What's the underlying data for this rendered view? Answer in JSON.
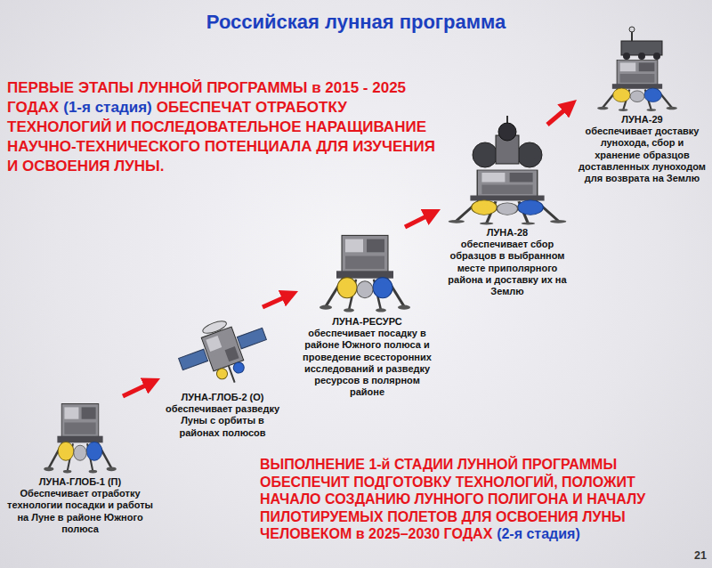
{
  "diagram": {
    "title": "Российская лунная программа",
    "nodes": [
      {
        "text": [
          "ЛУНА-ГЛОБ-1 (П)",
          "Обеспечивает отработку технологии посадки и работы на Луне в районе Южного полюса"
        ]
      },
      {
        "text": [
          "ЛУНА-ГЛОБ-2 (О)",
          "обеспечивает разведку Луны с орбиты в районах полюсов"
        ]
      },
      {
        "text": [
          "ЛУНА-РЕСУРС",
          "обеспечивает посадку в районе Южного полюса и проведение всесторонних исследований и разведку ресурсов в полярном районе"
        ]
      },
      {
        "text": [
          "ЛУНА-28",
          "обеспечивает сбор образцов в выбранном месте приполярного района и доставку их на Землю"
        ]
      },
      {
        "text": [
          "ЛУНА-29",
          "обеспечивает доставку лунохода, сбор и хранение образцов доставленных луноходом для возврата на Землю"
        ]
      }
    ],
    "edges": [
      {
        "from": 0,
        "to": 1,
        "arrow": "to"
      },
      {
        "from": 1,
        "to": 2,
        "arrow": "to"
      },
      {
        "from": 2,
        "to": 3,
        "arrow": "to"
      },
      {
        "from": 3,
        "to": 4,
        "arrow": "to"
      }
    ],
    "labels": [
      "ПЕРВЫЕ ЭТАПЫ ЛУННОЙ ПРОГРАММЫ в 2015 - 2025 ГОДАХ",
      "(1-я стадия)",
      "ОБЕСПЕЧАТ ОТРАБОТКУ ТЕХНОЛОГИЙ И ПОСЛЕДОВАТЕЛЬНОЕ НАРАЩИВАНИЕ НАУЧНО-ТЕХНИЧЕСКОГО ПОТЕНЦИАЛА ДЛЯ ИЗУЧЕНИЯ И ОСВОЕНИЯ ЛУНЫ.",
      "ВЫПОЛНЕНИЕ 1-й СТАДИИ ЛУННОЙ ПРОГРАММЫ ОБЕСПЕЧИТ ПОДГОТОВКУ ТЕХНОЛОГИЙ, ПОЛОЖИТ НАЧАЛО СОЗДАНИЮ ЛУННОГО ПОЛИГОНА И НАЧАЛУ ПИЛОТИРУЕМЫХ ПОЛЕТОВ ДЛЯ ОСВОЕНИЯ ЛУНЫ ЧЕЛОВЕКОМ в 2025–2030 ГОДАХ",
      "(2-я стадия)",
      "21"
    ]
  }
}
